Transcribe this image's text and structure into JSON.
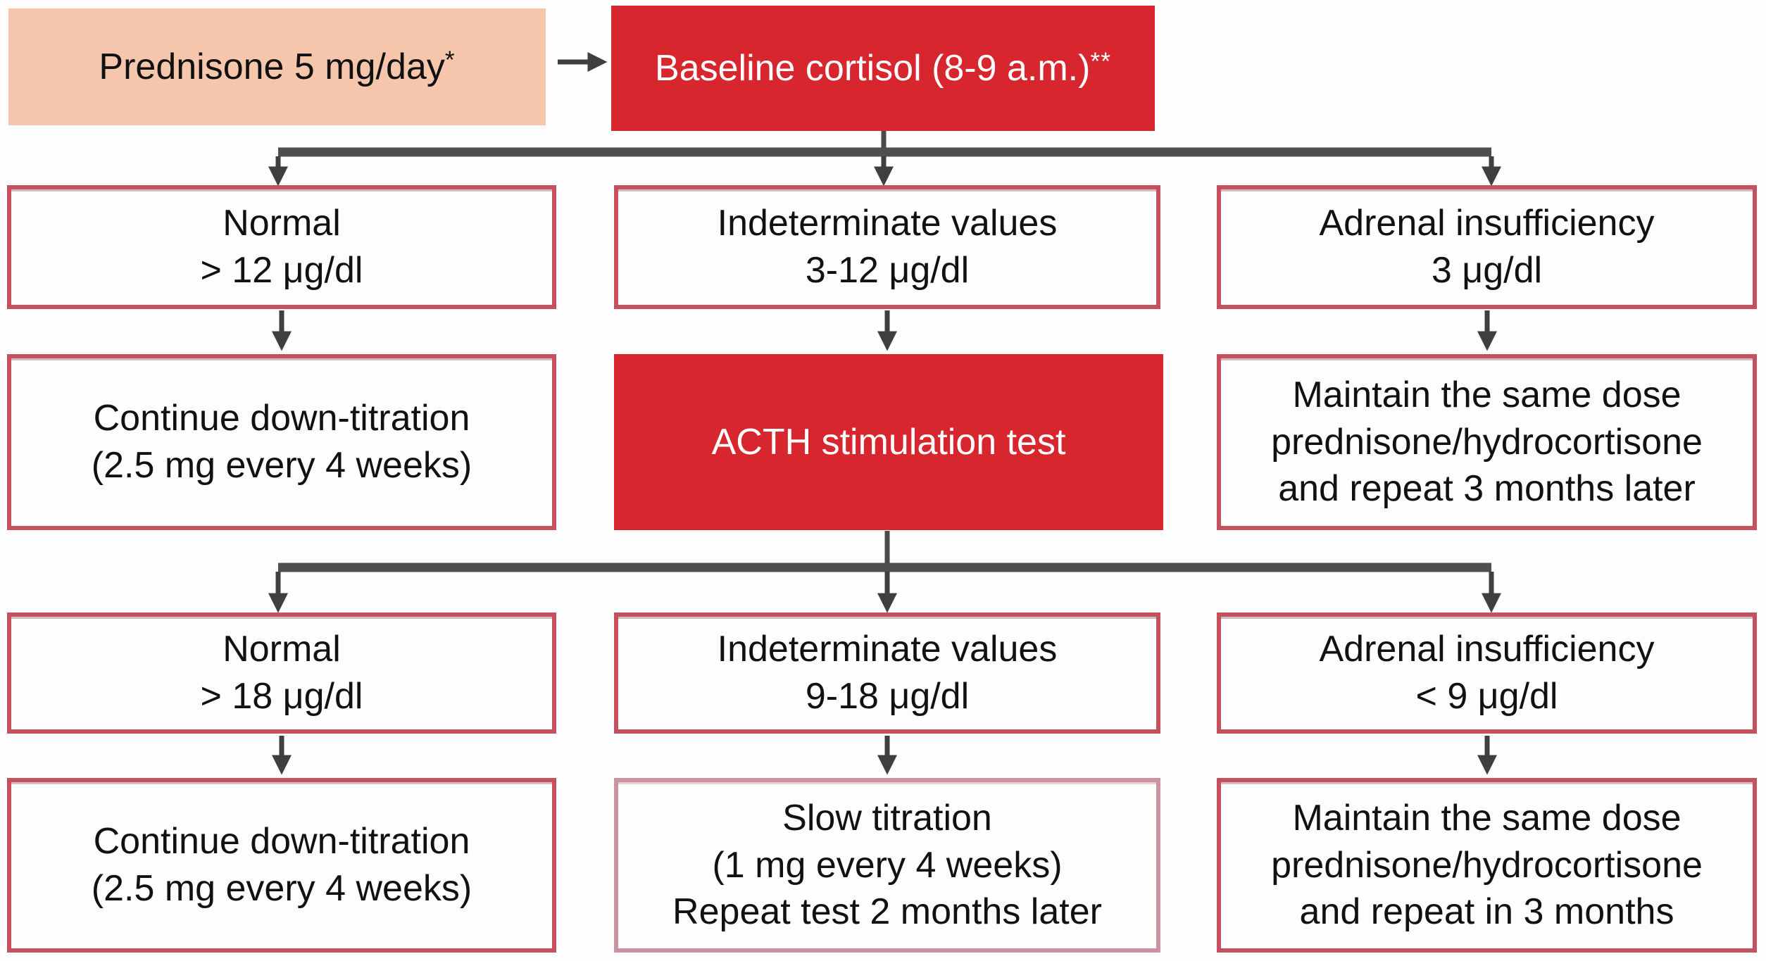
{
  "figure": {
    "type": "flowchart",
    "topic": "Glucocorticoid down-titration algorithm based on morning cortisol and ACTH stimulation testing"
  },
  "colors": {
    "accent_red": "#d8262f",
    "accent_pink": "#f5c6ac",
    "box_border": "#c4515d",
    "box_border_light": "#cb93a0",
    "connector": "#3f3f3f",
    "text_dark": "#111111",
    "text_on_red": "#ffffff"
  },
  "flowchart": {
    "start": {
      "label": "Prednisone 5 mg/day",
      "superscript": "*"
    },
    "baseline_test": {
      "label": "Baseline cortisol (8-9 a.m.)",
      "superscript": "**"
    },
    "baseline_outcomes": [
      {
        "lines": [
          "Normal",
          "> 12 μg/dl"
        ]
      },
      {
        "lines": [
          "Indeterminate values",
          "3-12 μg/dl"
        ]
      },
      {
        "lines": [
          "Adrenal insufficiency",
          "3 μg/dl"
        ]
      }
    ],
    "baseline_actions": [
      {
        "lines": [
          "Continue down-titration",
          "(2.5 mg every 4 weeks)"
        ]
      },
      {
        "lines": [
          "ACTH stimulation test"
        ]
      },
      {
        "lines": [
          "Maintain the same dose",
          "prednisone/hydrocortisone",
          "and repeat 3 months later"
        ]
      }
    ],
    "acth_outcomes": [
      {
        "lines": [
          "Normal",
          "> 18 μg/dl"
        ]
      },
      {
        "lines": [
          "Indeterminate values",
          "9-18 μg/dl"
        ]
      },
      {
        "lines": [
          "Adrenal insufficiency",
          "< 9 μg/dl"
        ]
      }
    ],
    "acth_actions": [
      {
        "lines": [
          "Continue down-titration",
          "(2.5 mg every 4 weeks)"
        ]
      },
      {
        "lines": [
          "Slow titration",
          "(1 mg every 4 weeks)",
          "Repeat test 2 months later"
        ]
      },
      {
        "lines": [
          "Maintain the same dose",
          "prednisone/hydrocortisone",
          "and repeat in 3 months"
        ]
      }
    ]
  }
}
